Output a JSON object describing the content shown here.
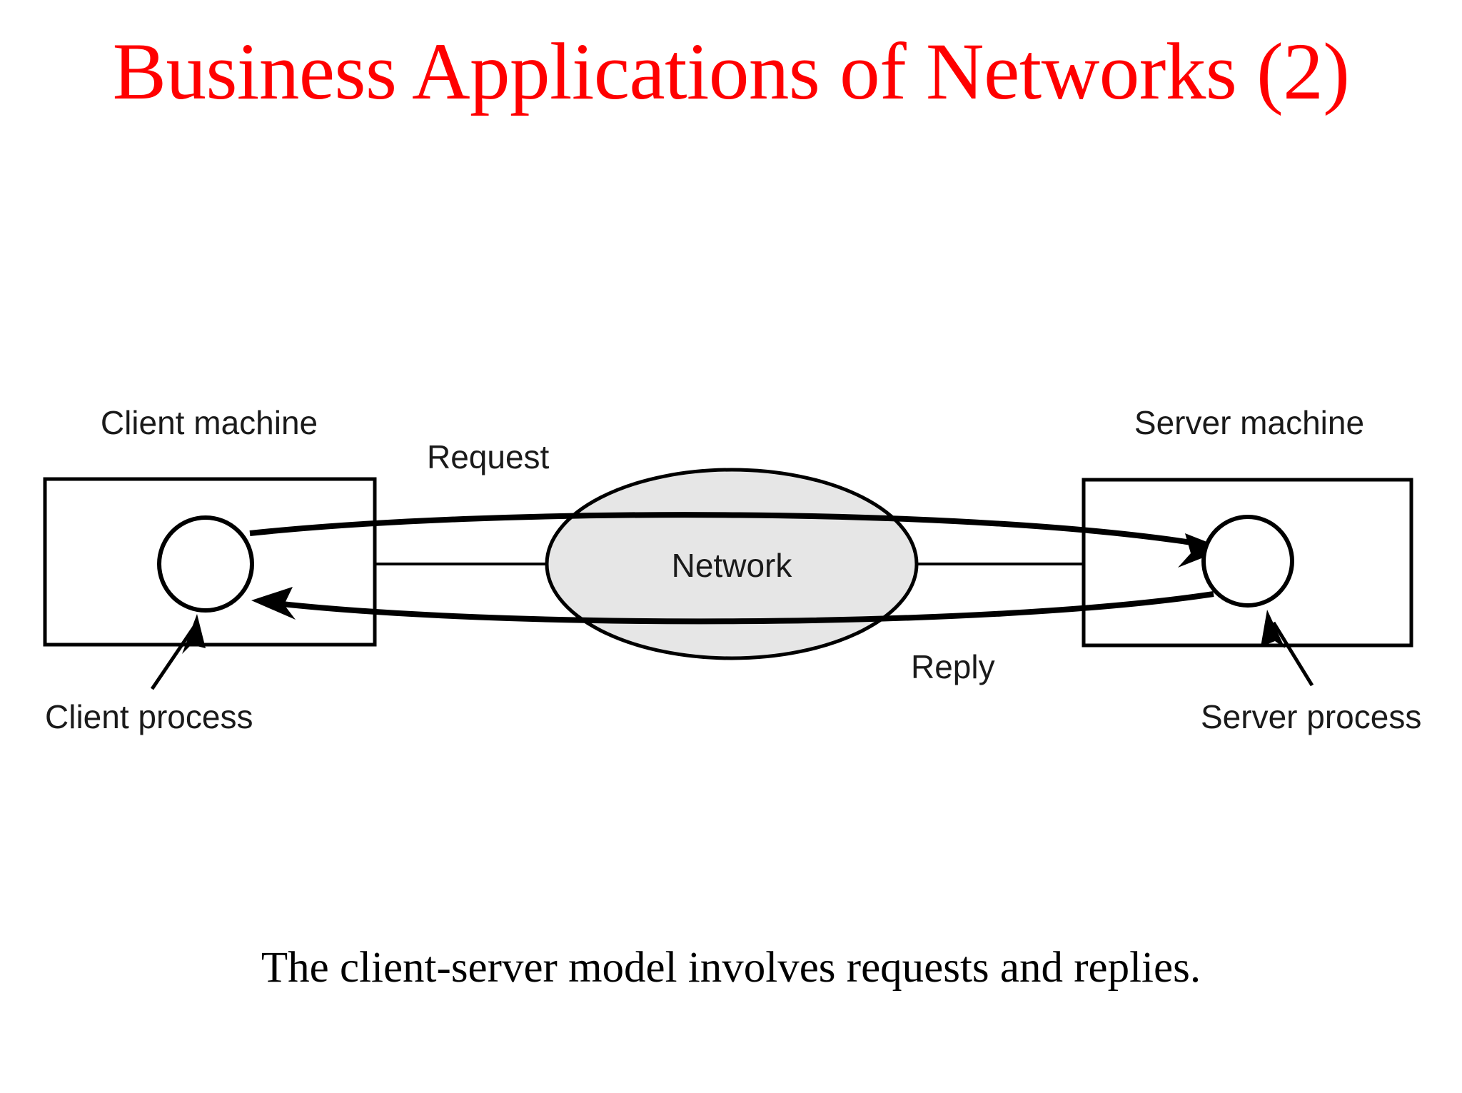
{
  "slide": {
    "title": "Business Applications of Networks (2)",
    "title_color": "#ff0000",
    "caption": "The client-server model involves requests and replies.",
    "background_color": "#ffffff"
  },
  "diagram": {
    "type": "client-server-model",
    "network_fill_color": "#e6e6e6",
    "line_color": "#000000",
    "nodes": {
      "client_machine_label": "Client machine",
      "client_process_label": "Client process",
      "network_label": "Network",
      "server_machine_label": "Server machine",
      "server_process_label": "Server process"
    },
    "flows": {
      "request_label": "Request",
      "reply_label": "Reply"
    }
  }
}
